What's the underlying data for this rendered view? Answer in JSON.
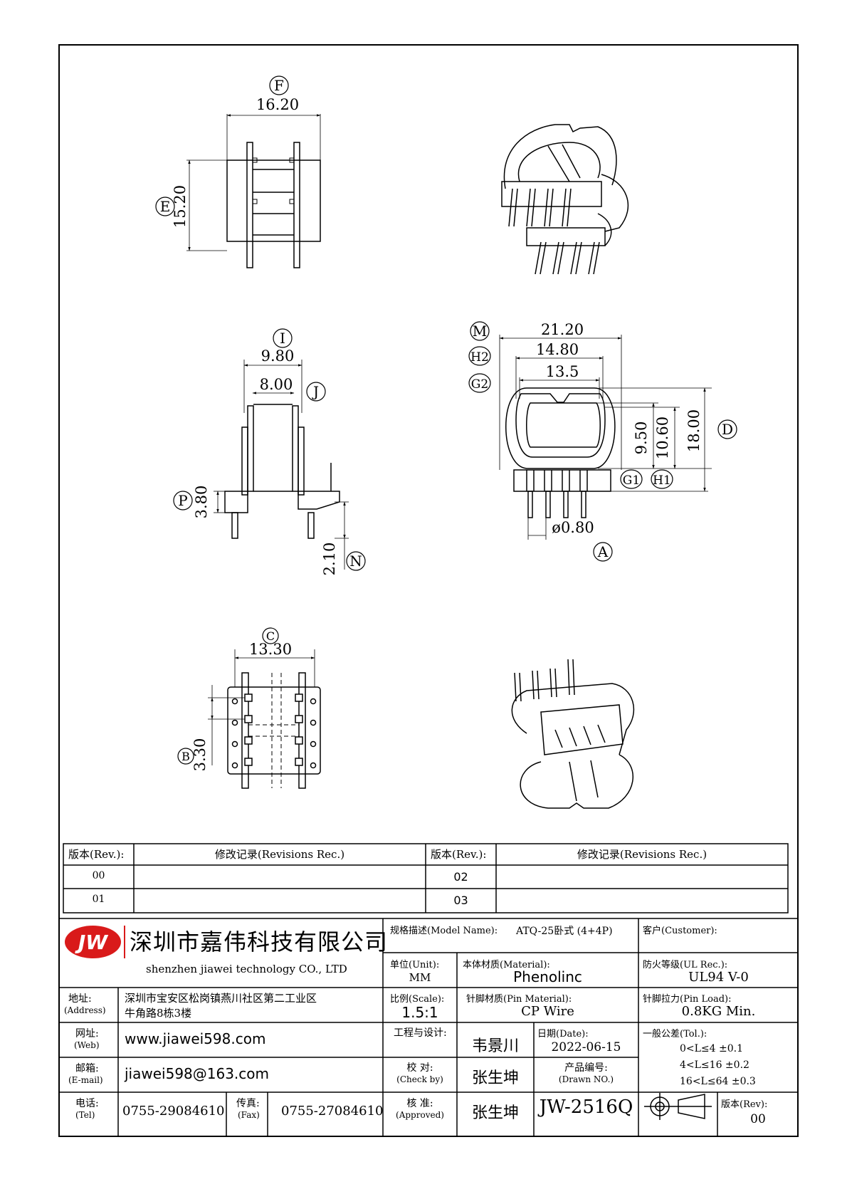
{
  "drawing": {
    "dims": {
      "F": "16.20",
      "E": "15.20",
      "I": "9.80",
      "J": "8.00",
      "P": "3.80",
      "N": "2.10",
      "C": "13.30",
      "B": "3.30",
      "M": "21.20",
      "H2": "14.80",
      "G2": "13.5",
      "G1": "9.50",
      "H1": "10.60",
      "D": "18.00",
      "A": "ø0.80"
    },
    "labels": {
      "F": "F",
      "E": "E",
      "I": "I",
      "J": "J",
      "P": "P",
      "N": "N",
      "C": "C",
      "B": "B",
      "M": "M",
      "H2": "H2",
      "G2": "G2",
      "G1": "G1",
      "H1": "H1",
      "D": "D",
      "A": "A"
    }
  },
  "revisions": {
    "rev_header": "版本(Rev.):",
    "rec_header": "修改记录(Revisions Rec.)",
    "left_rows": [
      "00",
      "01"
    ],
    "right_rows": [
      "02",
      "03"
    ]
  },
  "company": {
    "logo": "JW",
    "name_cn": "深圳市嘉伟科技有限公司",
    "name_en": "shenzhen  jiawei  technology  CO., LTD",
    "address_label": "地址:",
    "address_label_en": "(Address)",
    "address_line1": "深圳市宝安区松岗镇燕川社区第二工业区",
    "address_line2": "牛角路8栋3楼",
    "web_label": "网址:",
    "web_label_en": "(Web)",
    "web": "www.jiawei598.com",
    "email_label": "邮箱:",
    "email_label_en": "(E-mail)",
    "email": "jiawei598@163.com",
    "tel_label": "电话:",
    "tel_label_en": "(Tel)",
    "tel": "0755-29084610",
    "fax_label": "传真:",
    "fax_label_en": "(Fax)",
    "fax": "0755-27084610"
  },
  "spec": {
    "model_label": "规格描述(Model Name):",
    "model": "ATQ-25卧式 (4+4P)",
    "customer_label": "客户(Customer):",
    "unit_label": "单位(Unit):",
    "unit": "MM",
    "material_label": "本体材质(Material):",
    "material": "Phenolinc",
    "ul_label": "防火等级(UL Rec.):",
    "ul": "UL94 V-0",
    "scale_label": "比例(Scale):",
    "scale": "1.5:1",
    "pin_material_label": "针脚材质(Pin Material):",
    "pin_material": "CP Wire",
    "pin_load_label": "针脚拉力(Pin Load):",
    "pin_load": "0.8KG Min.",
    "design_label": "工程与设计:",
    "designer": "韦景川",
    "date_label": "日期(Date):",
    "date": "2022-06-15",
    "tol_label": "一般公差(Tol.):",
    "tol1": "0<L≤4    ±0.1",
    "tol2": "4<L≤16   ±0.2",
    "tol3": "16<L≤64  ±0.3",
    "check_label": "校  对:",
    "check_label_en": "(Check by)",
    "checker": "张生坤",
    "drawn_label": "产品编号:",
    "drawn_label_en": "(Drawn NO.)",
    "approve_label": "核  准:",
    "approve_label_en": "(Approved)",
    "approver": "张生坤",
    "drawing_no": "JW-2516Q",
    "rev_label": "版本(Rev):",
    "rev": "00"
  }
}
